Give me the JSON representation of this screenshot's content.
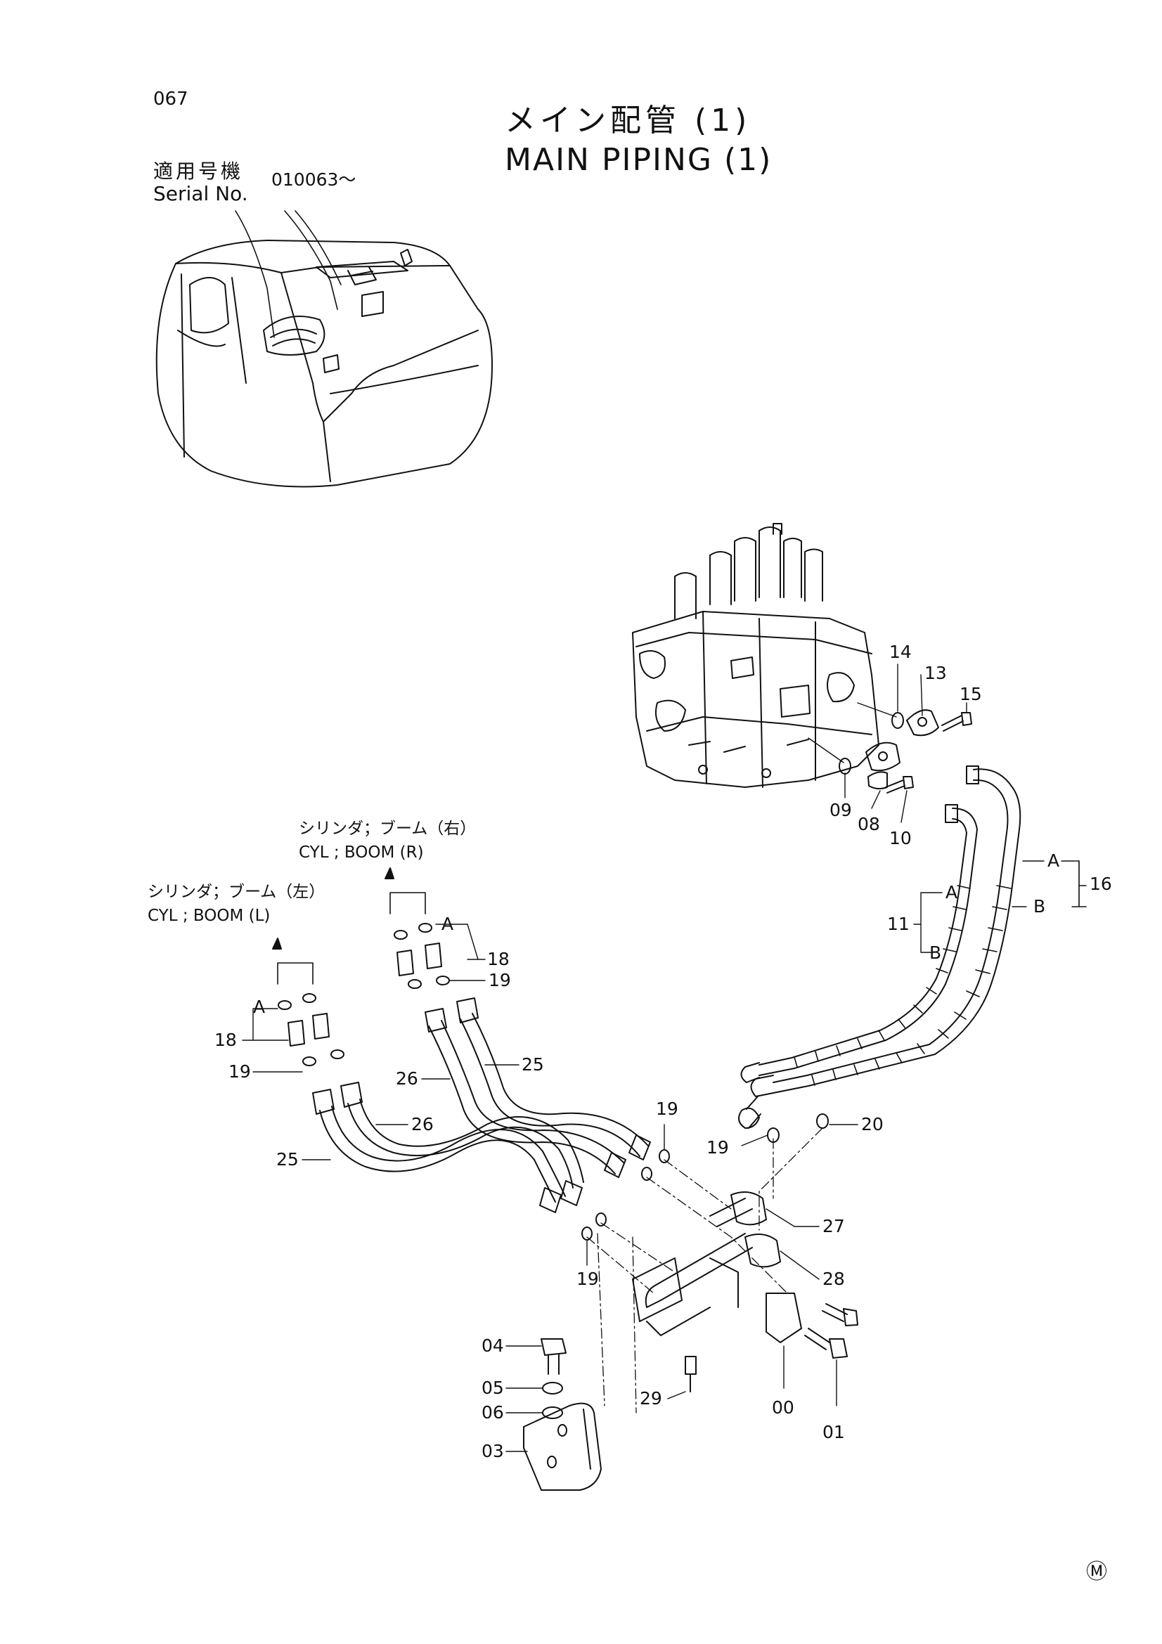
{
  "page_number": "067",
  "title": {
    "ja": "メイン配管  (1)",
    "en": "MAIN  PIPING  (1)"
  },
  "serial": {
    "label_ja": "適用号機",
    "label_en": "Serial No.",
    "value": "010063～"
  },
  "destinations": {
    "boom_right_ja": "シリンダ；ブーム（右）",
    "boom_right_en": "CYL ; BOOM  (R)",
    "boom_left_ja": "シリンダ；ブーム（左）",
    "boom_left_en": "CYL ; BOOM  (L)"
  },
  "part_labels": {
    "p14": "14",
    "p13": "13",
    "p15": "15",
    "p09": "09",
    "p08": "08",
    "p10": "10",
    "p16": "16",
    "p11": "11",
    "a_upper": "A",
    "b_upper": "B",
    "a_11": "A",
    "b_11": "B",
    "p18_r": "18",
    "a_r": "A",
    "p19_r": "19",
    "p18_l": "18",
    "a_l": "A",
    "p19_l": "19",
    "p26_r": "26",
    "p25_r": "25",
    "p26_l": "26",
    "p25_l": "25",
    "p19_c": "19",
    "p19_d": "19",
    "p20": "20",
    "p27": "27",
    "p28": "28",
    "p19_e": "19",
    "p04": "04",
    "p05": "05",
    "p06": "06",
    "p03": "03",
    "p29": "29",
    "p00": "00",
    "p01": "01"
  },
  "mark": "Ⓜ"
}
